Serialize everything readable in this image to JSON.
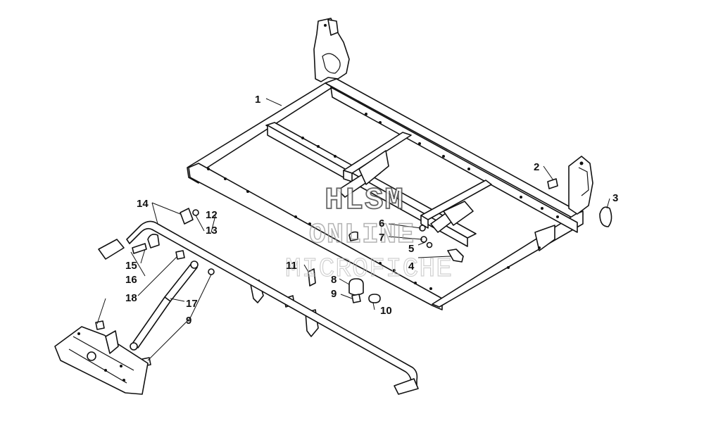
{
  "watermark": {
    "line1": "HLSM",
    "line2": "ONLINE",
    "line3": "MICROFICHE"
  },
  "callouts": [
    "1",
    "2",
    "3",
    "4",
    "5",
    "6",
    "7",
    "8",
    "9",
    "10",
    "11",
    "12",
    "13",
    "14",
    "15",
    "16",
    "17",
    "18",
    "9"
  ]
}
